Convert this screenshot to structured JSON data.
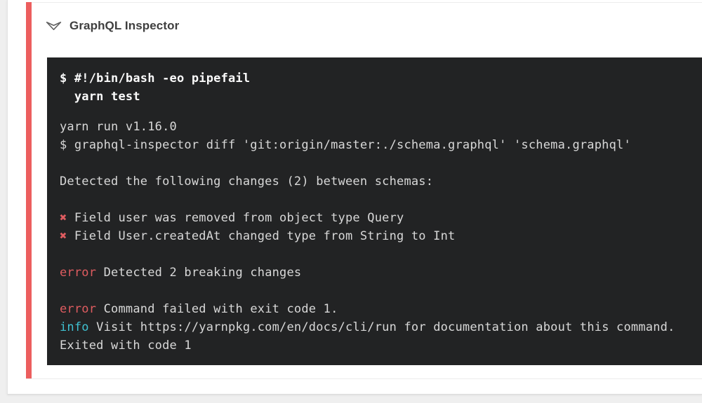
{
  "header": {
    "title": "GraphQL Inspector",
    "icon": "double-chevron-down-icon"
  },
  "colors": {
    "stripe-red": "#ec5e5e",
    "header-text": "#3f3f3f",
    "terminal-bg": "#222324",
    "terminal-text": "#d8d8d8",
    "terminal-bold-text": "#fafafa",
    "term-red": "#df5c60",
    "term-cyan": "#3fc1d1",
    "chevron-stroke": "#616161"
  },
  "terminal": {
    "command_lines": [
      "$ #!/bin/bash -eo pipefail",
      "  yarn test"
    ],
    "output_lines": [
      [
        {
          "t": "yarn run v1.16.0"
        }
      ],
      [
        {
          "t": "$ graphql-inspector diff 'git:origin/master:./schema.graphql' 'schema.graphql'"
        }
      ],
      [],
      [
        {
          "t": "Detected the following changes (2) between schemas:"
        }
      ],
      [],
      [
        {
          "t": "✖",
          "c": "x"
        },
        {
          "t": " Field user was removed from object type Query"
        }
      ],
      [
        {
          "t": "✖",
          "c": "x"
        },
        {
          "t": " Field User.createdAt changed type from String to Int"
        }
      ],
      [],
      [
        {
          "t": "error",
          "c": "red"
        },
        {
          "t": " Detected 2 breaking changes"
        }
      ],
      [],
      [
        {
          "t": "error",
          "c": "red"
        },
        {
          "t": " Command failed with exit code 1."
        }
      ],
      [
        {
          "t": "info",
          "c": "cyan"
        },
        {
          "t": " Visit https://yarnpkg.com/en/docs/cli/run for documentation about this command."
        }
      ],
      [
        {
          "t": "Exited with code 1"
        }
      ]
    ]
  }
}
